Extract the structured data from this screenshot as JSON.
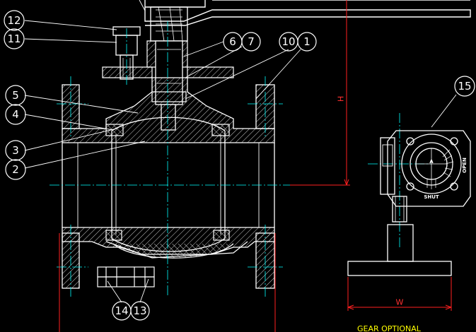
{
  "drawing": {
    "balloons": [
      {
        "id": "b12",
        "label": "12"
      },
      {
        "id": "b11",
        "label": "11"
      },
      {
        "id": "b6",
        "label": "6"
      },
      {
        "id": "b7",
        "label": "7"
      },
      {
        "id": "b10",
        "label": "10"
      },
      {
        "id": "b1",
        "label": "1"
      },
      {
        "id": "b5",
        "label": "5"
      },
      {
        "id": "b4",
        "label": "4"
      },
      {
        "id": "b3",
        "label": "3"
      },
      {
        "id": "b2",
        "label": "2"
      },
      {
        "id": "b15",
        "label": "15"
      },
      {
        "id": "b14",
        "label": "14"
      },
      {
        "id": "b13",
        "label": "13"
      }
    ],
    "dimensions": {
      "height_label": "H",
      "width_label": "W"
    },
    "gear_dial": {
      "open_label": "OPEN",
      "shut_label": "SHUT",
      "center_label": "A"
    },
    "gear_note": "GEAR OPTIONAL",
    "colors": {
      "background": "#000000",
      "outline": "#ffffff",
      "hatch": "#ffffff",
      "centerline": "#00ffff",
      "dimension": "#ff2020",
      "note": "#ffff00"
    }
  }
}
